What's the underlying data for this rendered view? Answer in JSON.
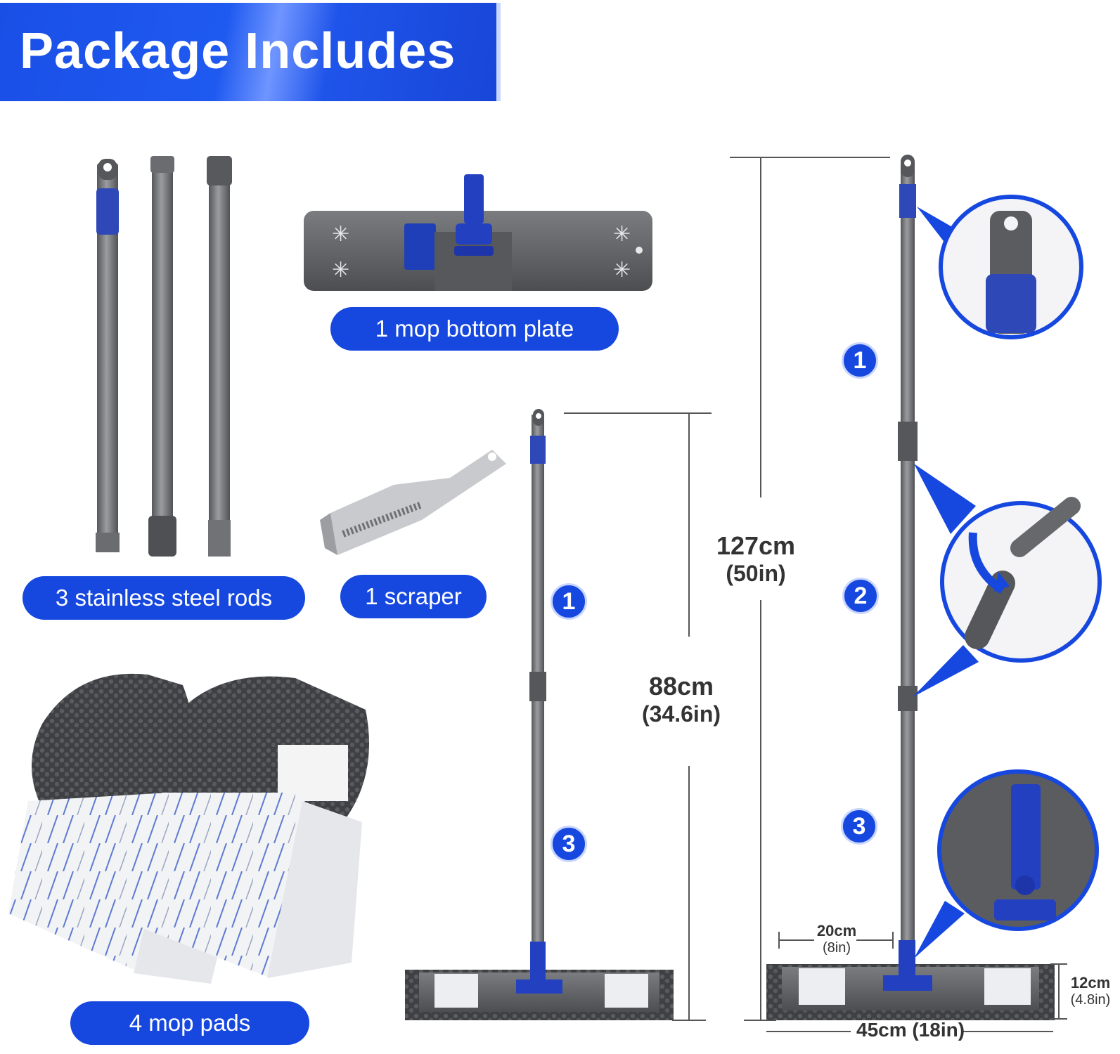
{
  "header": {
    "title": "Package Includes"
  },
  "labels": {
    "plate": "1 mop bottom plate",
    "rods": "3 stainless steel rods",
    "scraper": "1 scraper",
    "pads": "4 mop pads"
  },
  "steps": {
    "short_top": "1",
    "short_bottom": "3",
    "long_top": "1",
    "long_middle": "2",
    "long_bottom": "3"
  },
  "dimensions": {
    "short_height_cm": "88cm",
    "short_height_in": "(34.6in)",
    "long_height_cm": "127cm",
    "long_height_in": "(50in)",
    "plate_inner_cm": "20cm",
    "plate_inner_in": "(8in)",
    "plate_depth_cm": "12cm",
    "plate_depth_in": "(4.8in)",
    "plate_width": "45cm (18in)"
  },
  "colors": {
    "brand_blue": "#1648e0",
    "rod_gray": "#6f7175",
    "dark_gray": "#4a4c50"
  }
}
